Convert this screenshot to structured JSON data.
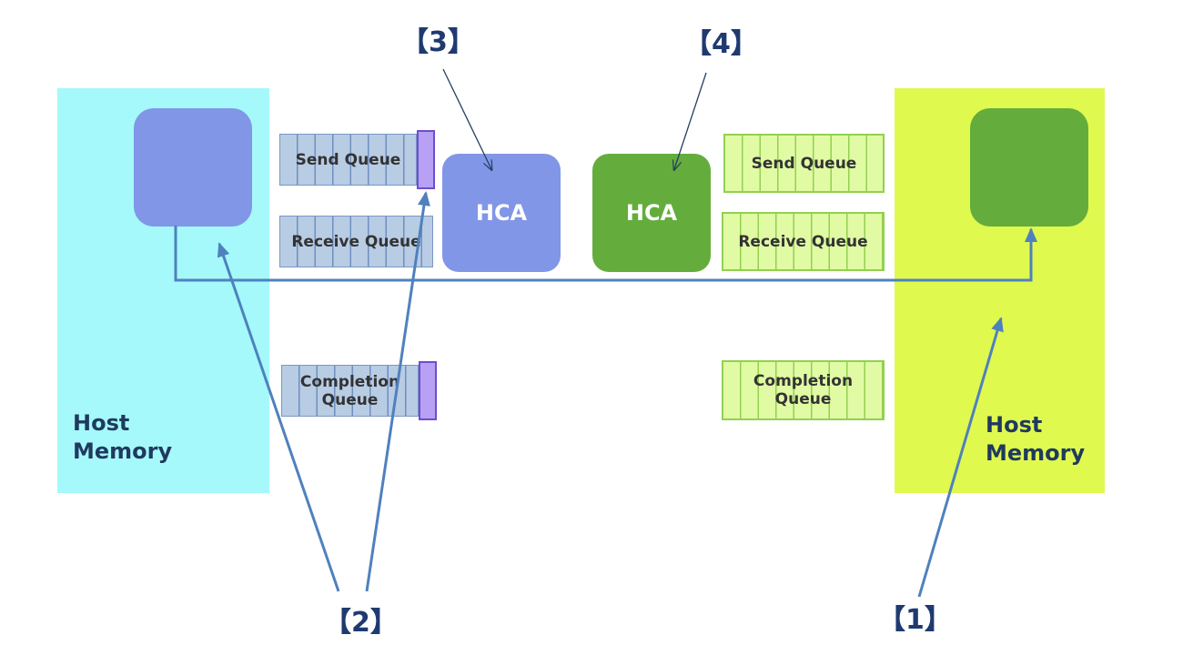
{
  "left_host": {
    "label_line1": "Host",
    "label_line2": "Memory"
  },
  "right_host": {
    "label_line1": "Host",
    "label_line2": "Memory"
  },
  "left_side": {
    "send_queue": "Send Queue",
    "receive_queue": "Receive Queue",
    "completion_queue_line1": "Completion",
    "completion_queue_line2": "Queue",
    "hca": "HCA"
  },
  "right_side": {
    "send_queue": "Send Queue",
    "receive_queue": "Receive Queue",
    "completion_queue_line1": "Completion",
    "completion_queue_line2": "Queue",
    "hca": "HCA"
  },
  "step_tags": {
    "tag1": "【1】",
    "tag2": "【2】",
    "tag3": "【3】",
    "tag4": "【4】"
  },
  "colors": {
    "left_host_bg": "#a5f9fa",
    "right_host_bg": "#e0f94f",
    "left_accent": "#8196e6",
    "right_accent": "#64ad3c",
    "arrow": "#4f81bd",
    "queue_blue": "#b8cce4",
    "queue_green": "#e1fba5",
    "wqe_purple": "#b8a0f4"
  }
}
